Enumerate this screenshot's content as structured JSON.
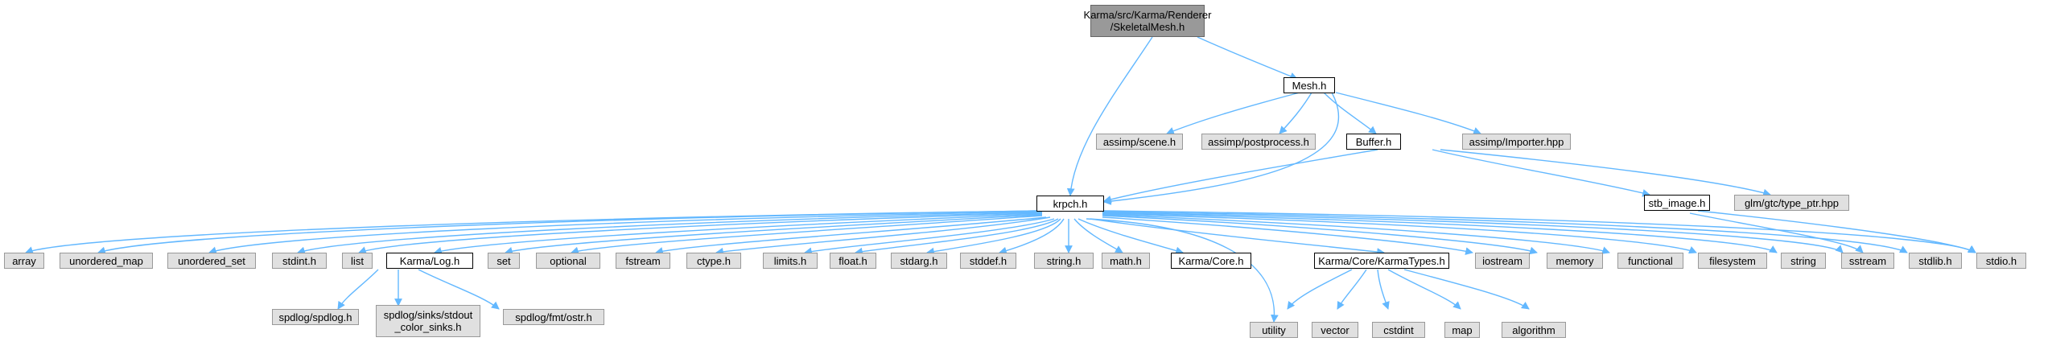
{
  "nodes": {
    "root": "Karma/src/Karma/Renderer\n/SkeletalMesh.h",
    "mesh": "Mesh.h",
    "assimp_scene": "assimp/scene.h",
    "assimp_postprocess": "assimp/postprocess.h",
    "buffer": "Buffer.h",
    "assimp_importer": "assimp/Importer.hpp",
    "krpch": "krpch.h",
    "stb_image": "stb_image.h",
    "glm_type_ptr": "glm/gtc/type_ptr.hpp",
    "array": "array",
    "unordered_map": "unordered_map",
    "unordered_set": "unordered_set",
    "stdint": "stdint.h",
    "list": "list",
    "karma_log": "Karma/Log.h",
    "set": "set",
    "optional": "optional",
    "fstream": "fstream",
    "ctype": "ctype.h",
    "limits": "limits.h",
    "float": "float.h",
    "stdarg": "stdarg.h",
    "stddef": "stddef.h",
    "string_h": "string.h",
    "math": "math.h",
    "karma_core": "Karma/Core.h",
    "karma_types": "Karma/Core/KarmaTypes.h",
    "iostream": "iostream",
    "memory": "memory",
    "functional": "functional",
    "filesystem": "filesystem",
    "string": "string",
    "sstream": "sstream",
    "stdlib": "stdlib.h",
    "stdio": "stdio.h",
    "spdlog": "spdlog/spdlog.h",
    "spdlog_sinks": "spdlog/sinks/stdout\n_color_sinks.h",
    "spdlog_fmt": "spdlog/fmt/ostr.h",
    "utility": "utility",
    "vector": "vector",
    "cstdint": "cstdint",
    "map": "map",
    "algorithm": "algorithm"
  },
  "colors": {
    "edge": "#63b8ff",
    "node_fill": "#e0e0e0",
    "linked_fill": "#ffffff",
    "root_fill": "#999999"
  }
}
